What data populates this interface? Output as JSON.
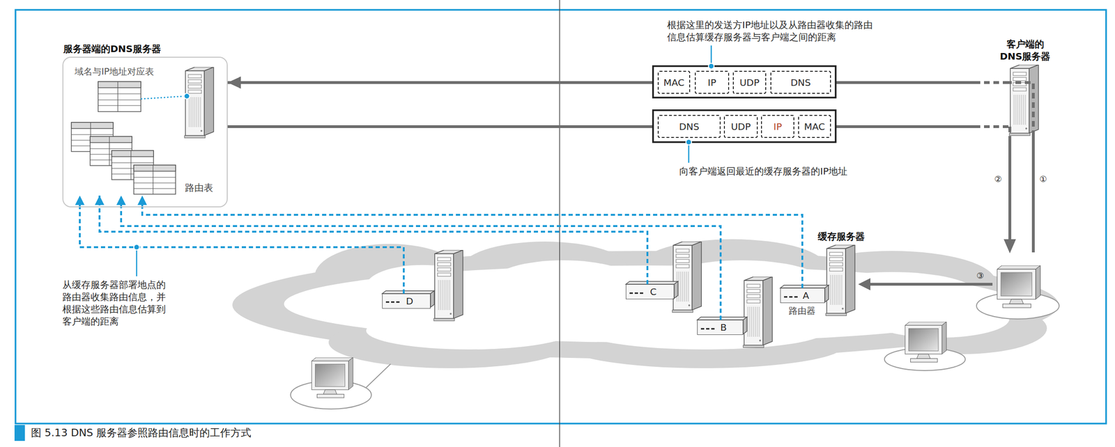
{
  "diagram": {
    "caption": "图 5.13 DNS 服务器参照路由信息时的工作方式",
    "nodes": [
      {
        "text": [
          "服务器端的DNS服务器"
        ]
      },
      {
        "text": [
          "路由表"
        ],
        "in": 0
      },
      {
        "text": [
          "MAC"
        ]
      },
      {
        "text": [
          "IP"
        ]
      },
      {
        "text": [
          "UDP"
        ]
      },
      {
        "text": [
          "DNS"
        ]
      },
      {
        "text": [
          "DNS"
        ]
      },
      {
        "text": [
          "UDP"
        ]
      },
      {
        "text": [
          "IP"
        ]
      },
      {
        "text": [
          "MAC"
        ]
      },
      {
        "text": [
          "客户端的 DNS服务器"
        ]
      },
      {
        "text": [
          "缓存服务器"
        ]
      },
      {
        "text": [
          "D"
        ]
      },
      {
        "text": [
          "C"
        ]
      },
      {
        "text": [
          "B"
        ]
      },
      {
        "text": [
          "A"
        ]
      }
    ],
    "edges": [
      {
        "from": 10,
        "to": 0,
        "arrow": "to"
      },
      {
        "from": 0,
        "to": 10,
        "arrow": "none"
      },
      {
        "from": 12,
        "to": 1,
        "arrow": "to"
      },
      {
        "from": 13,
        "to": 1,
        "arrow": "to"
      },
      {
        "from": 14,
        "to": 1,
        "arrow": "to"
      },
      {
        "from": 15,
        "to": 1,
        "arrow": "to"
      }
    ],
    "labels": [
      "域名与IP地址对应表",
      "根据这里的发送方IP地址以及从路由器收集的路由 信息估算缓存服务器与客户端之间的距离",
      "向客户端返回最近的缓存服务器的IP地址",
      "从缓存服务器部署地点的 路由器收集路由信息，并 根据这些路由信息估算到 客户端的距离",
      "路由器",
      "②",
      "①",
      "③"
    ]
  }
}
